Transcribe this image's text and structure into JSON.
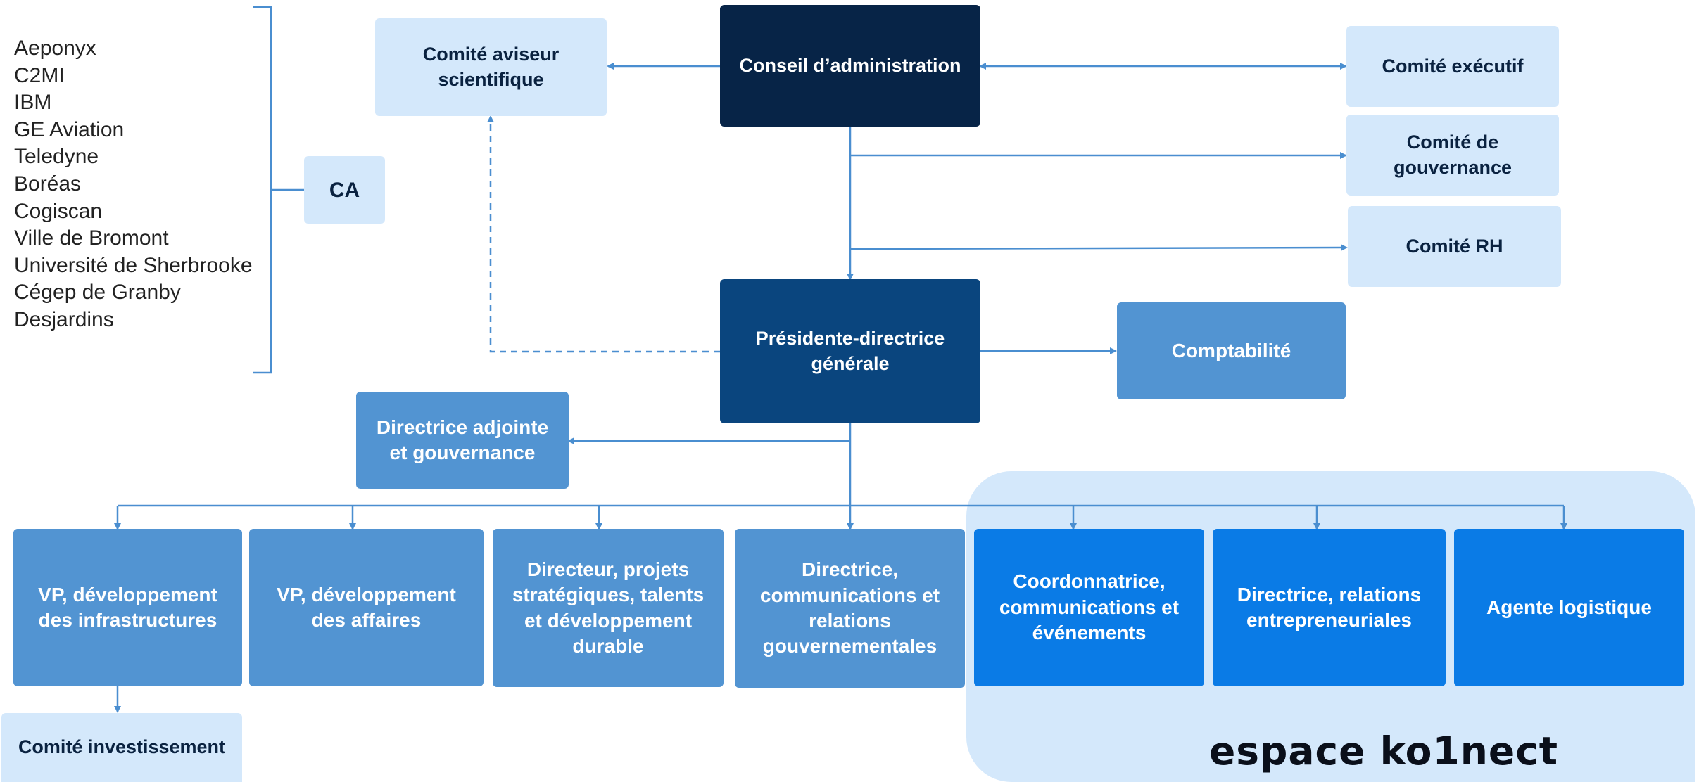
{
  "members": [
    "Aeponyx",
    "C2MI",
    "IBM",
    "GE Aviation",
    "Teledyne",
    "Boréas",
    "Cogiscan",
    "Ville de Bromont",
    "Université de Sherbrooke",
    "Cégep de Granby",
    "Desjardins"
  ],
  "boxes": {
    "ca": "CA",
    "comite_aviseur": "Comité aviseur scientifique",
    "conseil": "Conseil d’administration",
    "comite_executif": "Comité exécutif",
    "comite_gouvernance": "Comité de gouvernance",
    "comite_rh": "Comité RH",
    "presidente": "Présidente-directrice générale",
    "comptabilite": "Comptabilité",
    "directrice_adjointe": "Directrice adjointe et gouvernance",
    "vp_infra": "VP, développement des infrastructures",
    "vp_affaires": "VP, développement des affaires",
    "directeur_projets": "Directeur, projets stratégiques, talents et développement durable",
    "directrice_comm_gouv": "Directrice, communications et relations gouvernementales",
    "coordonnatrice": "Coordonnatrice, communications et événements",
    "directrice_relations": "Directrice, relations entrepreneuriales",
    "agente_logistique": "Agente logistique",
    "comite_investissement": "Comité investissement"
  },
  "logo_text": "espace ko1nect",
  "colors": {
    "light_box": "#d4e8fb",
    "dark_box": "#072447",
    "president_box": "#0a457e",
    "mid_box": "#5294d2",
    "bright_box": "#0a7be6",
    "connector": "#4a8ed0",
    "panel": "#d4e8fb"
  }
}
